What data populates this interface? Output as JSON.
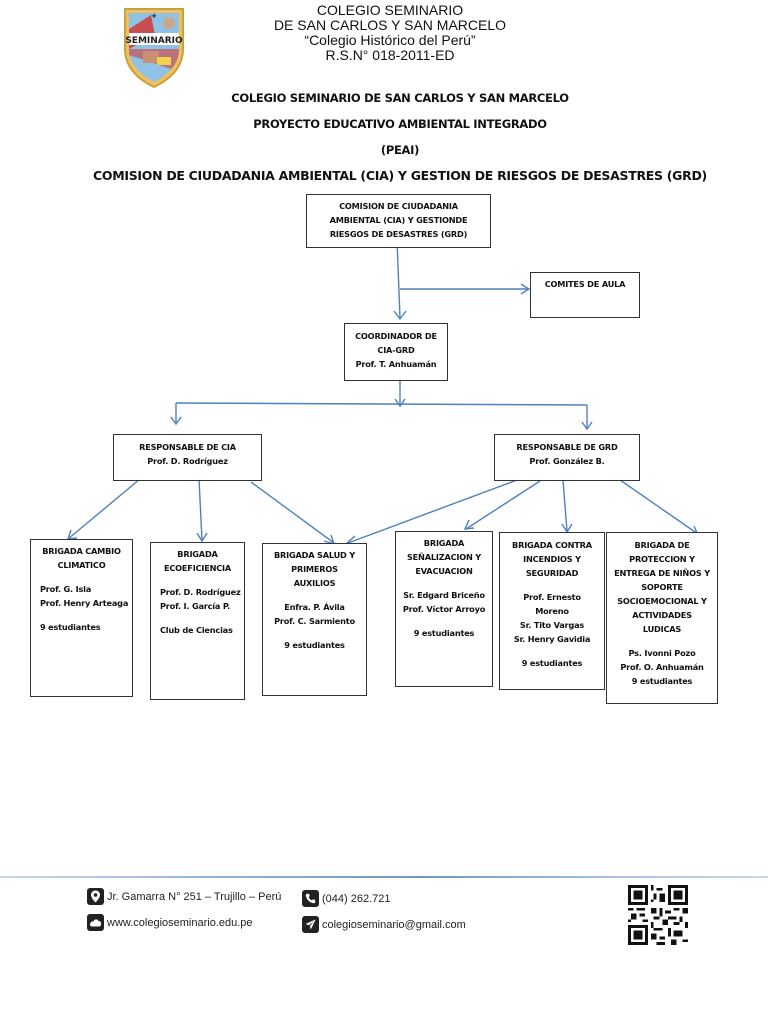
{
  "letterhead": {
    "line1": "COLEGIO SEMINARIO",
    "line2": "DE SAN CARLOS Y SAN MARCELO",
    "line3": "“Colegio Histórico del Perú”",
    "line4": "R.S.N° 018-2011-ED",
    "logo_text": "SEMINARIO"
  },
  "titles": {
    "school": "COLEGIO SEMINARIO DE SAN CARLOS Y SAN MARCELO",
    "project": "PROYECTO EDUCATIVO AMBIENTAL INTEGRADO",
    "acronym": "(PEAI)",
    "commission": "COMISION DE CIUDADANIA AMBIENTAL (CIA) Y GESTION DE RIESGOS DE DESASTRES (GRD)"
  },
  "org": {
    "commission": [
      "COMISION DE CIUDADANIA",
      "AMBIENTAL (CIA) Y GESTIONDE",
      "RIESGOS DE DESASTRES (GRD)"
    ],
    "committees": "COMITES DE AULA",
    "coordinator": {
      "title1": "COORDINADOR DE",
      "title2": "CIA-GRD",
      "name": "Prof. T. Anhuamán"
    },
    "cia_lead": {
      "title": "RESPONSABLE DE CIA",
      "name": "Prof. D. Rodríguez"
    },
    "grd_lead": {
      "title": "RESPONSABLE DE GRD",
      "name": "Prof. González B."
    },
    "brigades": {
      "climate": {
        "title1": "BRIGADA CAMBIO",
        "title2": "CLIMATICO",
        "m1": "Prof. G. Isla",
        "m2": "Prof. Henry Arteaga",
        "students": "9 estudiantes"
      },
      "eco": {
        "title1": "BRIGADA",
        "title2": "ECOEFICIENCIA",
        "m1": "Prof. D. Rodríguez",
        "m2": "Prof. I. García P.",
        "club": "Club de Ciencias"
      },
      "health": {
        "title1": "BRIGADA SALUD Y",
        "title2": "PRIMEROS",
        "title3": "AUXILIOS",
        "m1": "Enfra. P. Ávila",
        "m2": "Prof. C. Sarmiento",
        "students": "9 estudiantes"
      },
      "signage": {
        "title1": "BRIGADA",
        "title2": "SEÑALIZACION Y",
        "title3": "EVACUACION",
        "m1": "Sr. Edgard Briceño",
        "m2": "Prof. Víctor Arroyo",
        "students": "9 estudiantes"
      },
      "fire": {
        "title1": "BRIGADA CONTRA",
        "title2": "INCENDIOS Y",
        "title3": "SEGURIDAD",
        "m1": "Prof. Ernesto",
        "m2": "Moreno",
        "m3": "Sr. Tito Vargas",
        "m4": "Sr. Henry Gavidia",
        "students": "9 estudiantes"
      },
      "protection": {
        "title1": "BRIGADA DE",
        "title2": "PROTECCION Y",
        "title3": "ENTREGA DE NIÑOS Y",
        "title4": "SOPORTE",
        "title5": "SOCIOEMOCIONAL Y",
        "title6": "ACTIVIDADES",
        "title7": "LUDICAS",
        "m1": "Ps. Ivonni Pozo",
        "m2": "Prof. O. Anhuamán",
        "students": "9 estudiantes"
      }
    },
    "arrow_color": "#4f81bd"
  },
  "footer": {
    "address": "Jr. Gamarra N° 251 – Trujillo – Perú",
    "website": "www.colegioseminario.edu.pe",
    "phone": "(044) 262.721",
    "email": "colegioseminario@gmail.com"
  }
}
